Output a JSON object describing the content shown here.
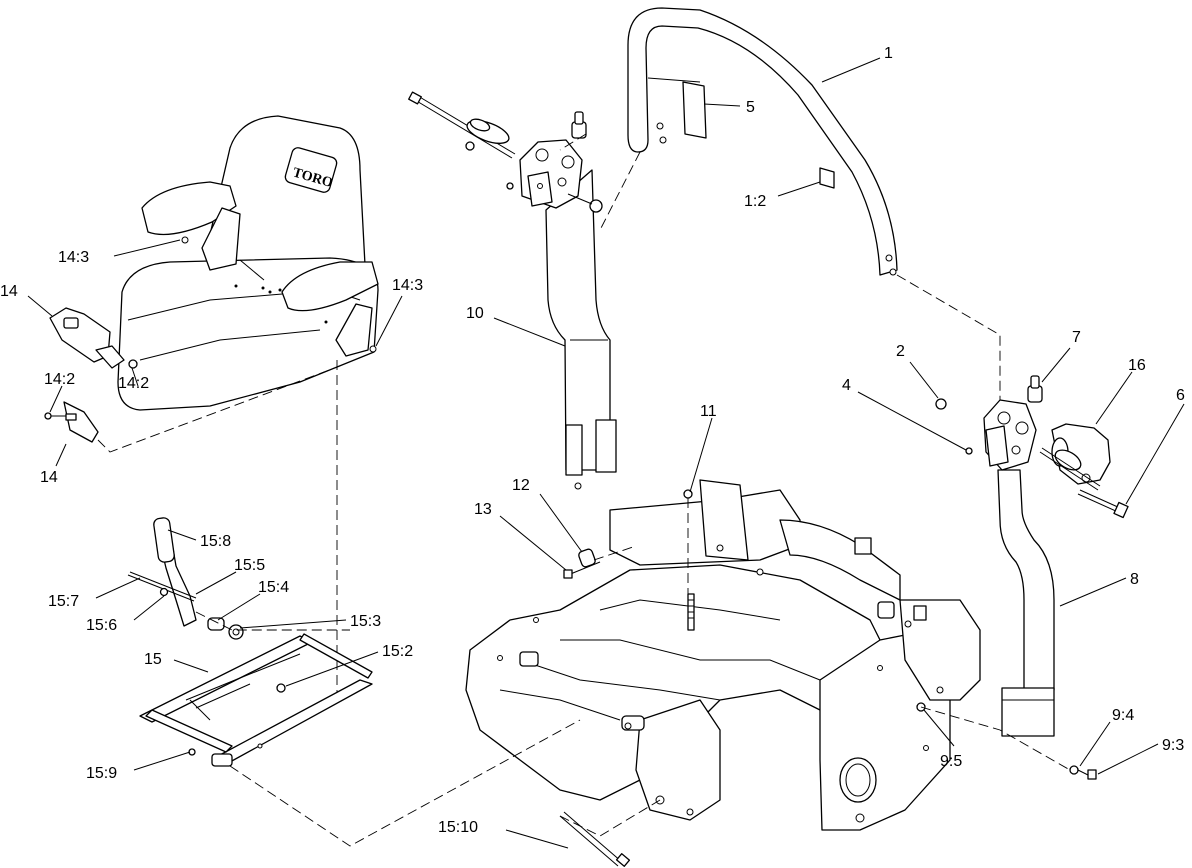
{
  "diagram": {
    "seat_logo": "TORO",
    "callouts": [
      {
        "id": "c1",
        "label": "1"
      },
      {
        "id": "c5",
        "label": "5"
      },
      {
        "id": "c1-2",
        "label": "1:2"
      },
      {
        "id": "c10",
        "label": "10"
      },
      {
        "id": "c2",
        "label": "2"
      },
      {
        "id": "c7",
        "label": "7"
      },
      {
        "id": "c16",
        "label": "16"
      },
      {
        "id": "c4",
        "label": "4"
      },
      {
        "id": "c6",
        "label": "6"
      },
      {
        "id": "c11",
        "label": "11"
      },
      {
        "id": "c12",
        "label": "12"
      },
      {
        "id": "c13",
        "label": "13"
      },
      {
        "id": "c8",
        "label": "8"
      },
      {
        "id": "c14-3a",
        "label": "14:3"
      },
      {
        "id": "c14-3b",
        "label": "14:3"
      },
      {
        "id": "c14a",
        "label": "14"
      },
      {
        "id": "c14-2a",
        "label": "14:2"
      },
      {
        "id": "c14-2b",
        "label": "14:2"
      },
      {
        "id": "c14b",
        "label": "14"
      },
      {
        "id": "c15-8",
        "label": "15:8"
      },
      {
        "id": "c15-5",
        "label": "15:5"
      },
      {
        "id": "c15-4",
        "label": "15:4"
      },
      {
        "id": "c15-7",
        "label": "15:7"
      },
      {
        "id": "c15-6",
        "label": "15:6"
      },
      {
        "id": "c15-3",
        "label": "15:3"
      },
      {
        "id": "c15",
        "label": "15"
      },
      {
        "id": "c15-2",
        "label": "15:2"
      },
      {
        "id": "c15-9",
        "label": "15:9"
      },
      {
        "id": "c9-4",
        "label": "9:4"
      },
      {
        "id": "c9-3",
        "label": "9:3"
      },
      {
        "id": "c9-5",
        "label": "9:5"
      },
      {
        "id": "c15-10",
        "label": "15:10"
      }
    ]
  }
}
